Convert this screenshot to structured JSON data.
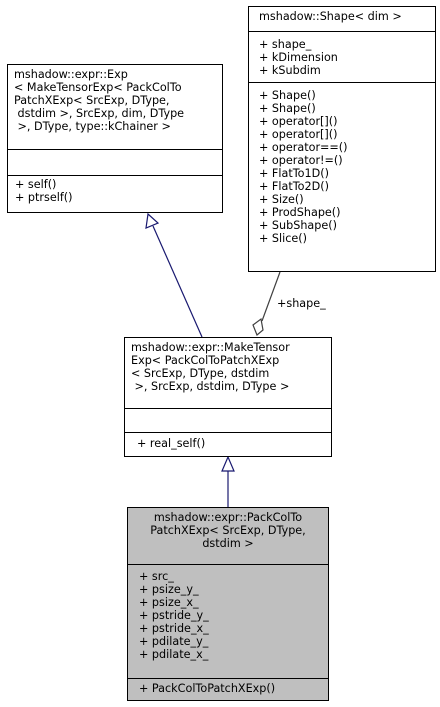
{
  "classes": {
    "exp": {
      "title": [
        "mshadow::expr::Exp",
        "< MakeTensorExp< PackColTo",
        "PatchXExp< SrcExp, DType,",
        " dstdim >, SrcExp, dim, DType",
        " >, DType, type::kChainer >"
      ],
      "attributes": [],
      "methods": [
        "+ self()",
        "+ ptrself()"
      ]
    },
    "shape": {
      "title": [
        "mshadow::Shape< dim >"
      ],
      "attributes": [
        "+ shape_",
        "+ kDimension",
        "+ kSubdim"
      ],
      "methods": [
        "+ Shape()",
        "+ Shape()",
        "+ operator[]()",
        "+ operator[]()",
        "+ operator==()",
        "+ operator!=()",
        "+ FlatTo1D()",
        "+ FlatTo2D()",
        "+ Size()",
        "+ ProdShape()",
        "+ SubShape()",
        "+ Slice()"
      ]
    },
    "make_tensor": {
      "title": [
        "mshadow::expr::MakeTensor",
        "Exp< PackColToPatchXExp",
        "< SrcExp, DType, dstdim",
        " >, SrcExp, dstdim, DType >"
      ],
      "attributes": [],
      "methods": [
        "+ real_self()"
      ]
    },
    "pack_col": {
      "title": [
        "mshadow::expr::PackColTo",
        "PatchXExp< SrcExp, DType,",
        "dstdim >"
      ],
      "attributes": [
        "+ src_",
        "+ psize_y_",
        "+ psize_x_",
        "+ pstride_y_",
        "+ pstride_x_",
        "+ pdilate_y_",
        "+ pdilate_x_"
      ],
      "methods": [
        "+ PackColToPatchXExp()"
      ]
    }
  },
  "edge_labels": {
    "shape_member": "+shape_"
  },
  "colors": {
    "inheritance_edge": "#191970",
    "aggregation_edge": "#404040",
    "highlight_fill": "#bfbfbf"
  }
}
